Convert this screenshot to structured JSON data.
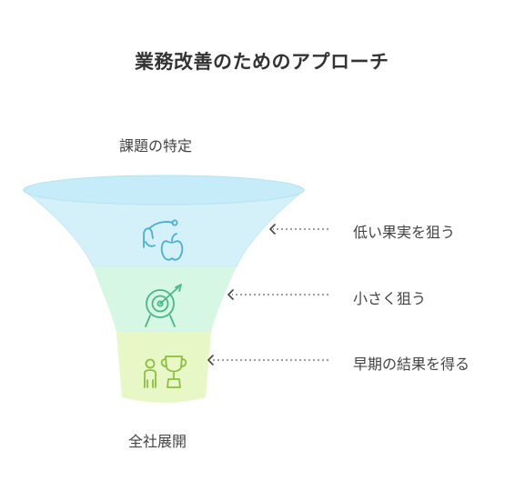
{
  "title": "業務改善のためのアプローチ",
  "top_label": "課題の特定",
  "bottom_label": "全社展開",
  "stages": [
    {
      "label": "低い果実を狙う",
      "icon": "hand-apple-icon",
      "color": "#d4f1fa",
      "stroke": "#4aaed0"
    },
    {
      "label": "小さく狙う",
      "icon": "target-arrow-icon",
      "color": "#d6f7e4",
      "stroke": "#48b783"
    },
    {
      "label": "早期の結果を得る",
      "icon": "person-trophy-icon",
      "color": "#e7f8c6",
      "stroke": "#8cbf3f"
    }
  ]
}
